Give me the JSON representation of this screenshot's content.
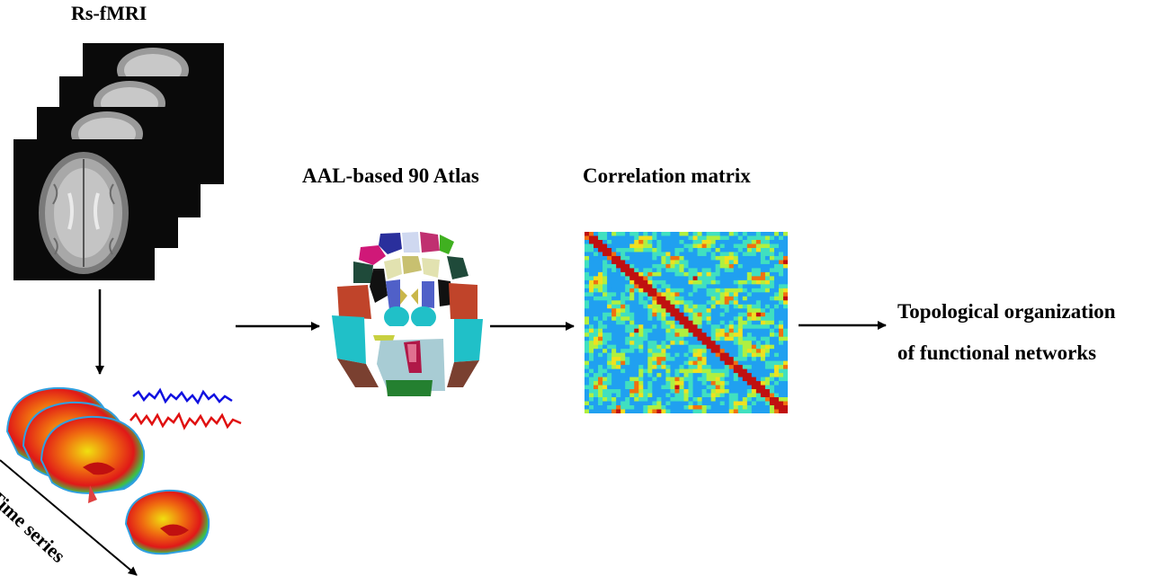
{
  "stage_rs": {
    "title": "Rs-fMRI",
    "icon": "fmri-scan-stack"
  },
  "stage_time": {
    "label": "Time series",
    "icon": "brain-sagittal-heatmap",
    "signal_colors": [
      "#1010e0",
      "#e01010"
    ]
  },
  "stage_atlas": {
    "title": "AAL-based 90 Atlas",
    "icon": "parcellated-brain-atlas"
  },
  "stage_matrix": {
    "title": "Correlation matrix",
    "icon": "correlation-heatmap"
  },
  "stage_output": {
    "line1": "Topological organization",
    "line2": "of functional networks"
  },
  "flow": [
    "Rs-fMRI",
    "Time series",
    "AAL-based 90 Atlas",
    "Correlation matrix",
    "Topological organization of functional networks"
  ]
}
